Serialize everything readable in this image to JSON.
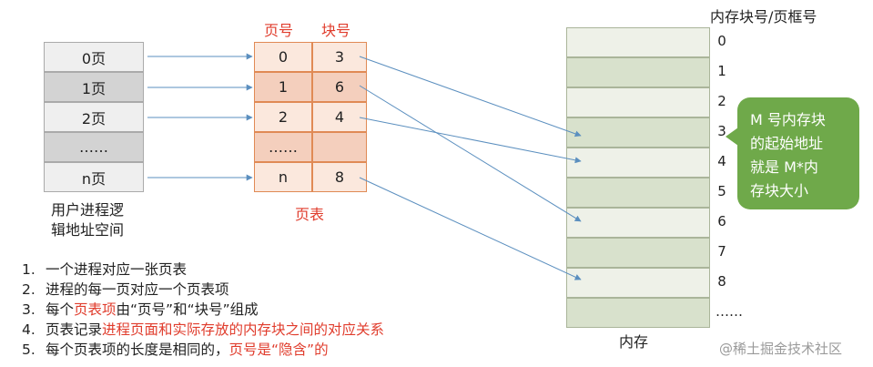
{
  "user_space": {
    "rows": [
      "0页",
      "1页",
      "2页",
      "……",
      "n页"
    ],
    "caption_line1": "用户进程逻",
    "caption_line2": "辑地址空间"
  },
  "page_table": {
    "header_page": "页号",
    "header_block": "块号",
    "rows": [
      {
        "page": "0",
        "block": "3"
      },
      {
        "page": "1",
        "block": "6"
      },
      {
        "page": "2",
        "block": "4"
      },
      {
        "page": "……",
        "block": ""
      },
      {
        "page": "n",
        "block": "8"
      }
    ],
    "caption": "页表"
  },
  "memory": {
    "header": "内存块号/页框号",
    "frame_numbers": [
      "0",
      "1",
      "2",
      "3",
      "4",
      "5",
      "6",
      "7",
      "8",
      "……"
    ],
    "caption": "内存"
  },
  "bubble": {
    "line1": "M 号内存块",
    "line2": "的起始地址",
    "line3": "就是 M*内",
    "line4": "存块大小"
  },
  "notes": [
    {
      "num": "1.",
      "parts": [
        {
          "text": "一个进程对应一张页表",
          "red": false
        }
      ]
    },
    {
      "num": "2.",
      "parts": [
        {
          "text": "进程的每一页对应一个页表项",
          "red": false
        }
      ]
    },
    {
      "num": "3.",
      "parts": [
        {
          "text": "每个",
          "red": false
        },
        {
          "text": "页表项",
          "red": true
        },
        {
          "text": "由“页号”和“块号”组成",
          "red": false
        }
      ]
    },
    {
      "num": "4.",
      "parts": [
        {
          "text": "页表记录",
          "red": false
        },
        {
          "text": "进程页面和实际存放的内存块之间的对应关系",
          "red": true
        }
      ]
    },
    {
      "num": "5.",
      "parts": [
        {
          "text": "每个页表项的长度是相同的，",
          "red": false
        },
        {
          "text": "页号是“隐含”的",
          "red": true
        }
      ]
    }
  ],
  "watermark": "@稀土掘金技术社区",
  "colors": {
    "red": "#e03c2c",
    "green": "#6fa94a",
    "arrow": "#5b8fbf"
  }
}
